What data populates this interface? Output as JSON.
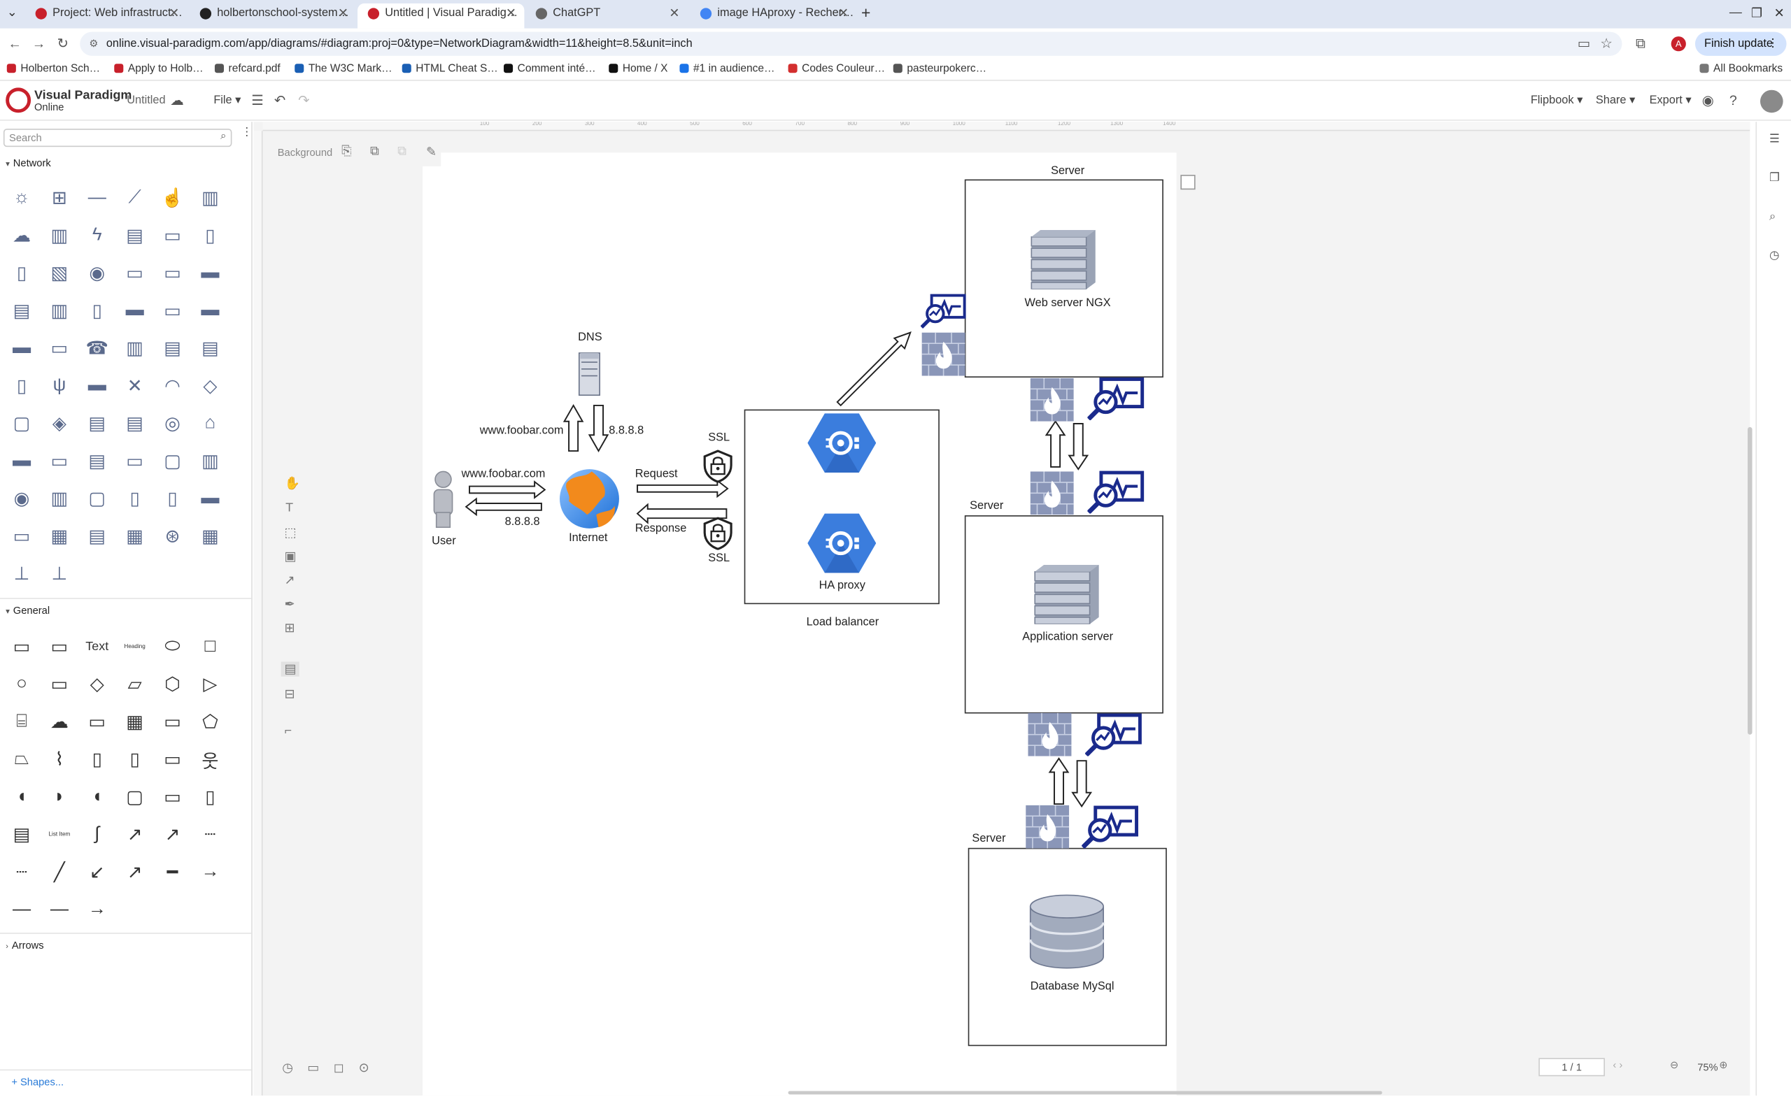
{
  "browser": {
    "tabs": [
      {
        "title": "Project: Web infrastruct…",
        "color": "#c8202b"
      },
      {
        "title": "holbertonschool-system…",
        "color": "#222222"
      },
      {
        "title": "Untitled | Visual Paradig…",
        "color": "#c8202b"
      },
      {
        "title": "ChatGPT",
        "color": "#666666"
      },
      {
        "title": "image HAproxy - Recher…",
        "color": "#4285f4"
      }
    ],
    "url": "online.visual-paradigm.com/app/diagrams/#diagram:proj=0&type=NetworkDiagram&width=11&height=8.5&unit=inch",
    "finish_update": "Finish update",
    "profile_initial": "A",
    "bookmarks": [
      {
        "label": "Holberton Sch…",
        "color": "#c8202b"
      },
      {
        "label": "Apply to Holb…",
        "color": "#c8202b"
      },
      {
        "label": "refcard.pdf",
        "color": "#555555"
      },
      {
        "label": "The W3C Mark…",
        "color": "#1a5fb4"
      },
      {
        "label": "HTML Cheat S…",
        "color": "#1a5fb4"
      },
      {
        "label": "Comment inté…",
        "color": "#111111"
      },
      {
        "label": "Home / X",
        "color": "#111111"
      },
      {
        "label": "#1 in audience…",
        "color": "#1a73e8"
      },
      {
        "label": "Codes Couleur…",
        "color": "#d32f2f"
      },
      {
        "label": "pasteurpokerc…",
        "color": "#555555"
      }
    ],
    "all_bookmarks": "All Bookmarks"
  },
  "app": {
    "logo_line1": "Visual Paradigm",
    "logo_line2": "Online",
    "doc_title": "Untitled",
    "file_menu": "File",
    "flipbook": "Flipbook",
    "share": "Share",
    "export": "Export"
  },
  "left_panel": {
    "search_placeholder": "Search",
    "section_network": "Network",
    "section_general": "General",
    "section_arrows": "Arrows",
    "general_text": "Text",
    "general_heading": "Heading",
    "general_list_item": "List Item",
    "more_shapes": "+ Shapes..."
  },
  "canvas": {
    "background_label": "Background",
    "page_indicator": "1 / 1",
    "zoom": "75%",
    "ruler_ticks": [
      "100",
      "200",
      "300",
      "400",
      "500",
      "600",
      "700",
      "800",
      "900",
      "1000",
      "1100",
      "1200",
      "1300",
      "1400"
    ]
  },
  "diagram": {
    "user": "User",
    "internet": "Internet",
    "dns": "DNS",
    "domain_to_dns": "www.foobar.com",
    "dns_ip": "8.8.8.8",
    "user_request": "www.foobar.com",
    "user_response_ip": "8.8.8.8",
    "request": "Request",
    "response": "Response",
    "ssl_top": "SSL",
    "ssl_bottom": "SSL",
    "ha_proxy": "HA proxy",
    "load_balancer": "Load balancer",
    "server_web_title": "Server",
    "web_server": "Web server NGX",
    "server_app_title": "Server",
    "app_server": "Application server",
    "server_db_title": "Server",
    "database": "Database MySql"
  },
  "colors": {
    "brand": "#c8202b",
    "haproxy_blue": "#3b7ddd",
    "monitor_navy": "#1a2a8c",
    "firewall_grey": "#8a96b8",
    "accent_link": "#2a7bd8"
  }
}
